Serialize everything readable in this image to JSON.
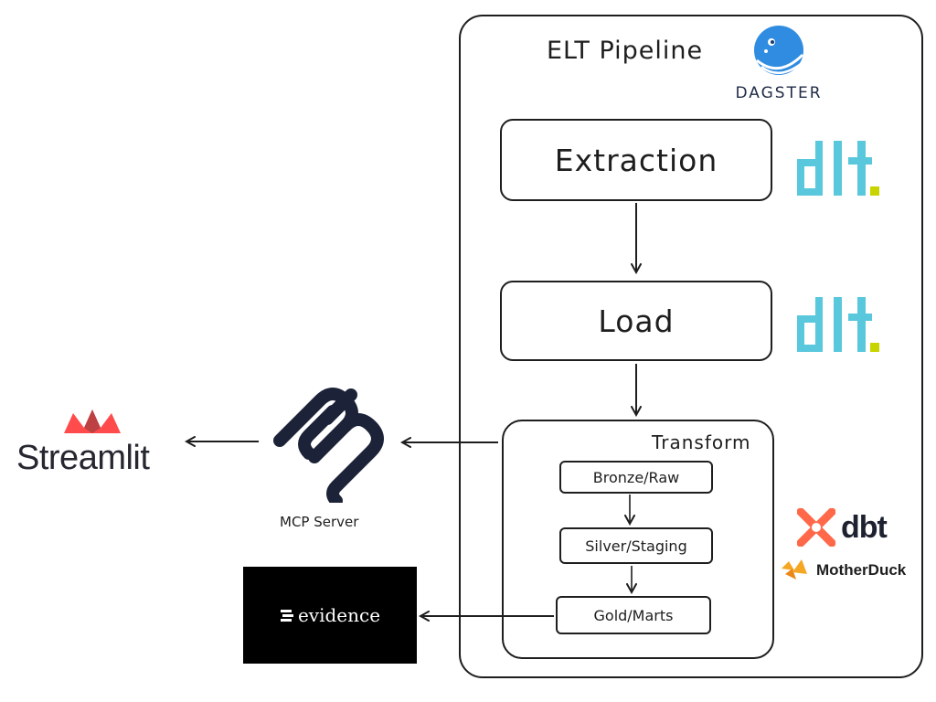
{
  "pipeline": {
    "title": "ELT Pipeline",
    "orchestrator_label": "DAGSTER",
    "steps": {
      "extraction": "Extraction",
      "load": "Load",
      "transform": "Transform"
    },
    "layers": [
      "Bronze/Raw",
      "Silver/Staging",
      "Gold/Marts"
    ]
  },
  "tools": {
    "dlt": "dlt",
    "dbt": "dbt",
    "motherduck": "MotherDuck",
    "evidence": "evidence",
    "mcp_label": "MCP Server",
    "streamlit": "Streamlit"
  },
  "colors": {
    "dagster_blue": "#2f8ce0",
    "dlt_cyan": "#59c7dc",
    "dlt_dot": "#c8d400",
    "dbt_orange": "#ff694a",
    "motherduck_orange": "#f5a623",
    "streamlit_red": "#ff4b4b",
    "mcp_navy": "#1c2238",
    "evidence_bg": "#000000"
  },
  "icons": {
    "dagster": "dagster-octopus-icon",
    "dlt": "dlt-logo-icon",
    "dbt": "dbt-logo-icon",
    "motherduck": "motherduck-duck-icon",
    "evidence": "evidence-logo-icon",
    "mcp": "mcp-server-icon",
    "streamlit": "streamlit-crown-icon"
  }
}
